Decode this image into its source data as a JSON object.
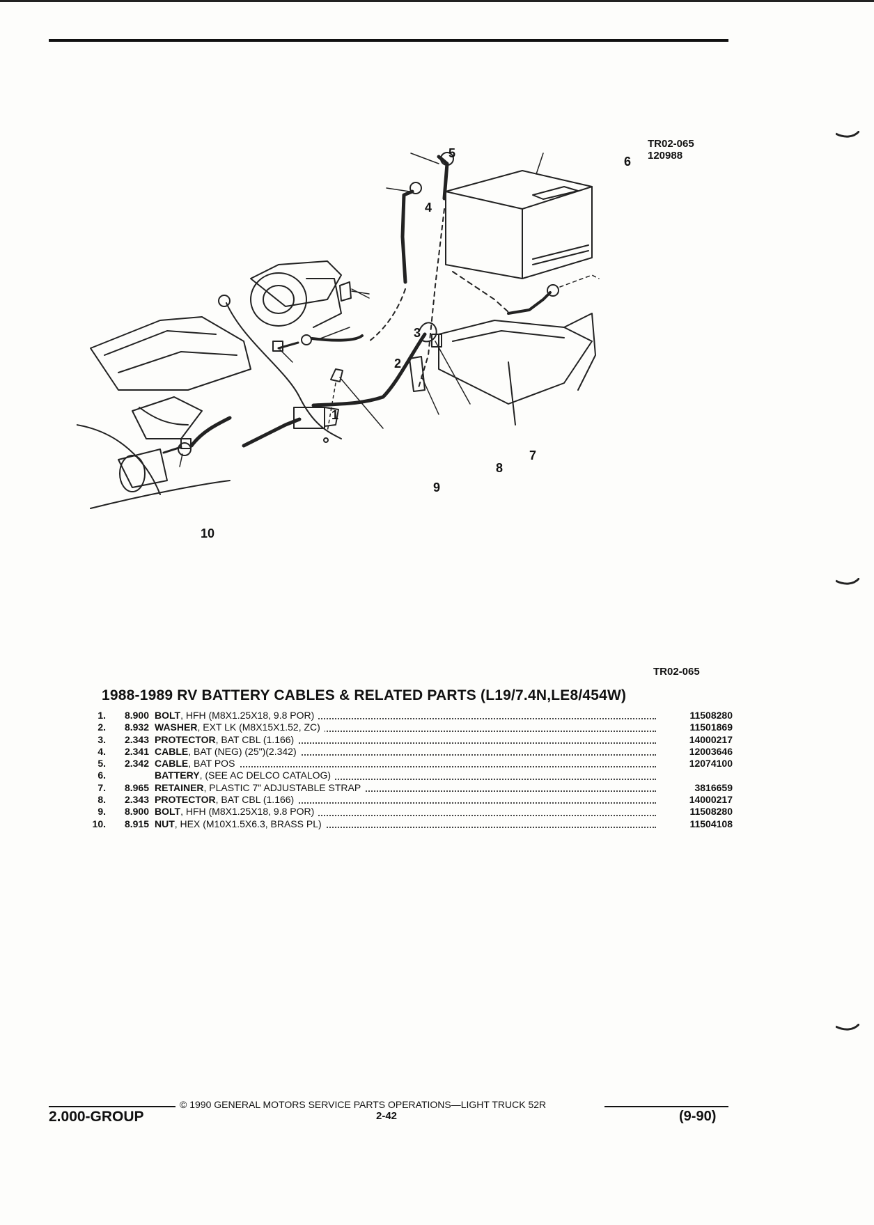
{
  "figure": {
    "code": "TR02-065",
    "date_code": "120988",
    "reference": "TR02-065",
    "callouts": [
      "1",
      "2",
      "3",
      "4",
      "5",
      "6",
      "7",
      "8",
      "9",
      "10"
    ]
  },
  "parts": {
    "title": "1988-1989 RV BATTERY CABLES & RELATED PARTS (L19/7.4N,LE8/454W)",
    "items": [
      {
        "num": "1.",
        "code": "8.900",
        "name": "BOLT",
        "detail": ", HFH (M8X1.25X18, 9.8 POR)",
        "part_no": "11508280"
      },
      {
        "num": "2.",
        "code": "8.932",
        "name": "WASHER",
        "detail": ", EXT LK (M8X15X1.52, ZC)",
        "part_no": "11501869"
      },
      {
        "num": "3.",
        "code": "2.343",
        "name": "PROTECTOR",
        "detail": ", BAT CBL (1.166)",
        "part_no": "14000217"
      },
      {
        "num": "4.",
        "code": "2.341",
        "name": "CABLE",
        "detail": ", BAT (NEG) (25\")(2.342)",
        "part_no": "12003646"
      },
      {
        "num": "5.",
        "code": "2.342",
        "name": "CABLE",
        "detail": ", BAT POS",
        "part_no": "12074100"
      },
      {
        "num": "6.",
        "code": "",
        "name": "BATTERY",
        "detail": ", (SEE AC DELCO CATALOG)",
        "part_no": ""
      },
      {
        "num": "7.",
        "code": "8.965",
        "name": "RETAINER",
        "detail": ", PLASTIC 7\" ADJUSTABLE STRAP",
        "part_no": "3816659"
      },
      {
        "num": "8.",
        "code": "2.343",
        "name": "PROTECTOR",
        "detail": ", BAT CBL (1.166)",
        "part_no": "14000217"
      },
      {
        "num": "9.",
        "code": "8.900",
        "name": "BOLT",
        "detail": ", HFH (M8X1.25X18, 9.8 POR)",
        "part_no": "11508280"
      },
      {
        "num": "10.",
        "code": "8.915",
        "name": "NUT",
        "detail": ", HEX (M10X1.5X6.3, BRASS PL)",
        "part_no": "11504108"
      }
    ]
  },
  "footer": {
    "copyright": "© 1990 GENERAL MOTORS SERVICE PARTS OPERATIONS—LIGHT TRUCK 52R",
    "group": "2.000-GROUP",
    "page": "2-42",
    "date": "(9-90)"
  }
}
